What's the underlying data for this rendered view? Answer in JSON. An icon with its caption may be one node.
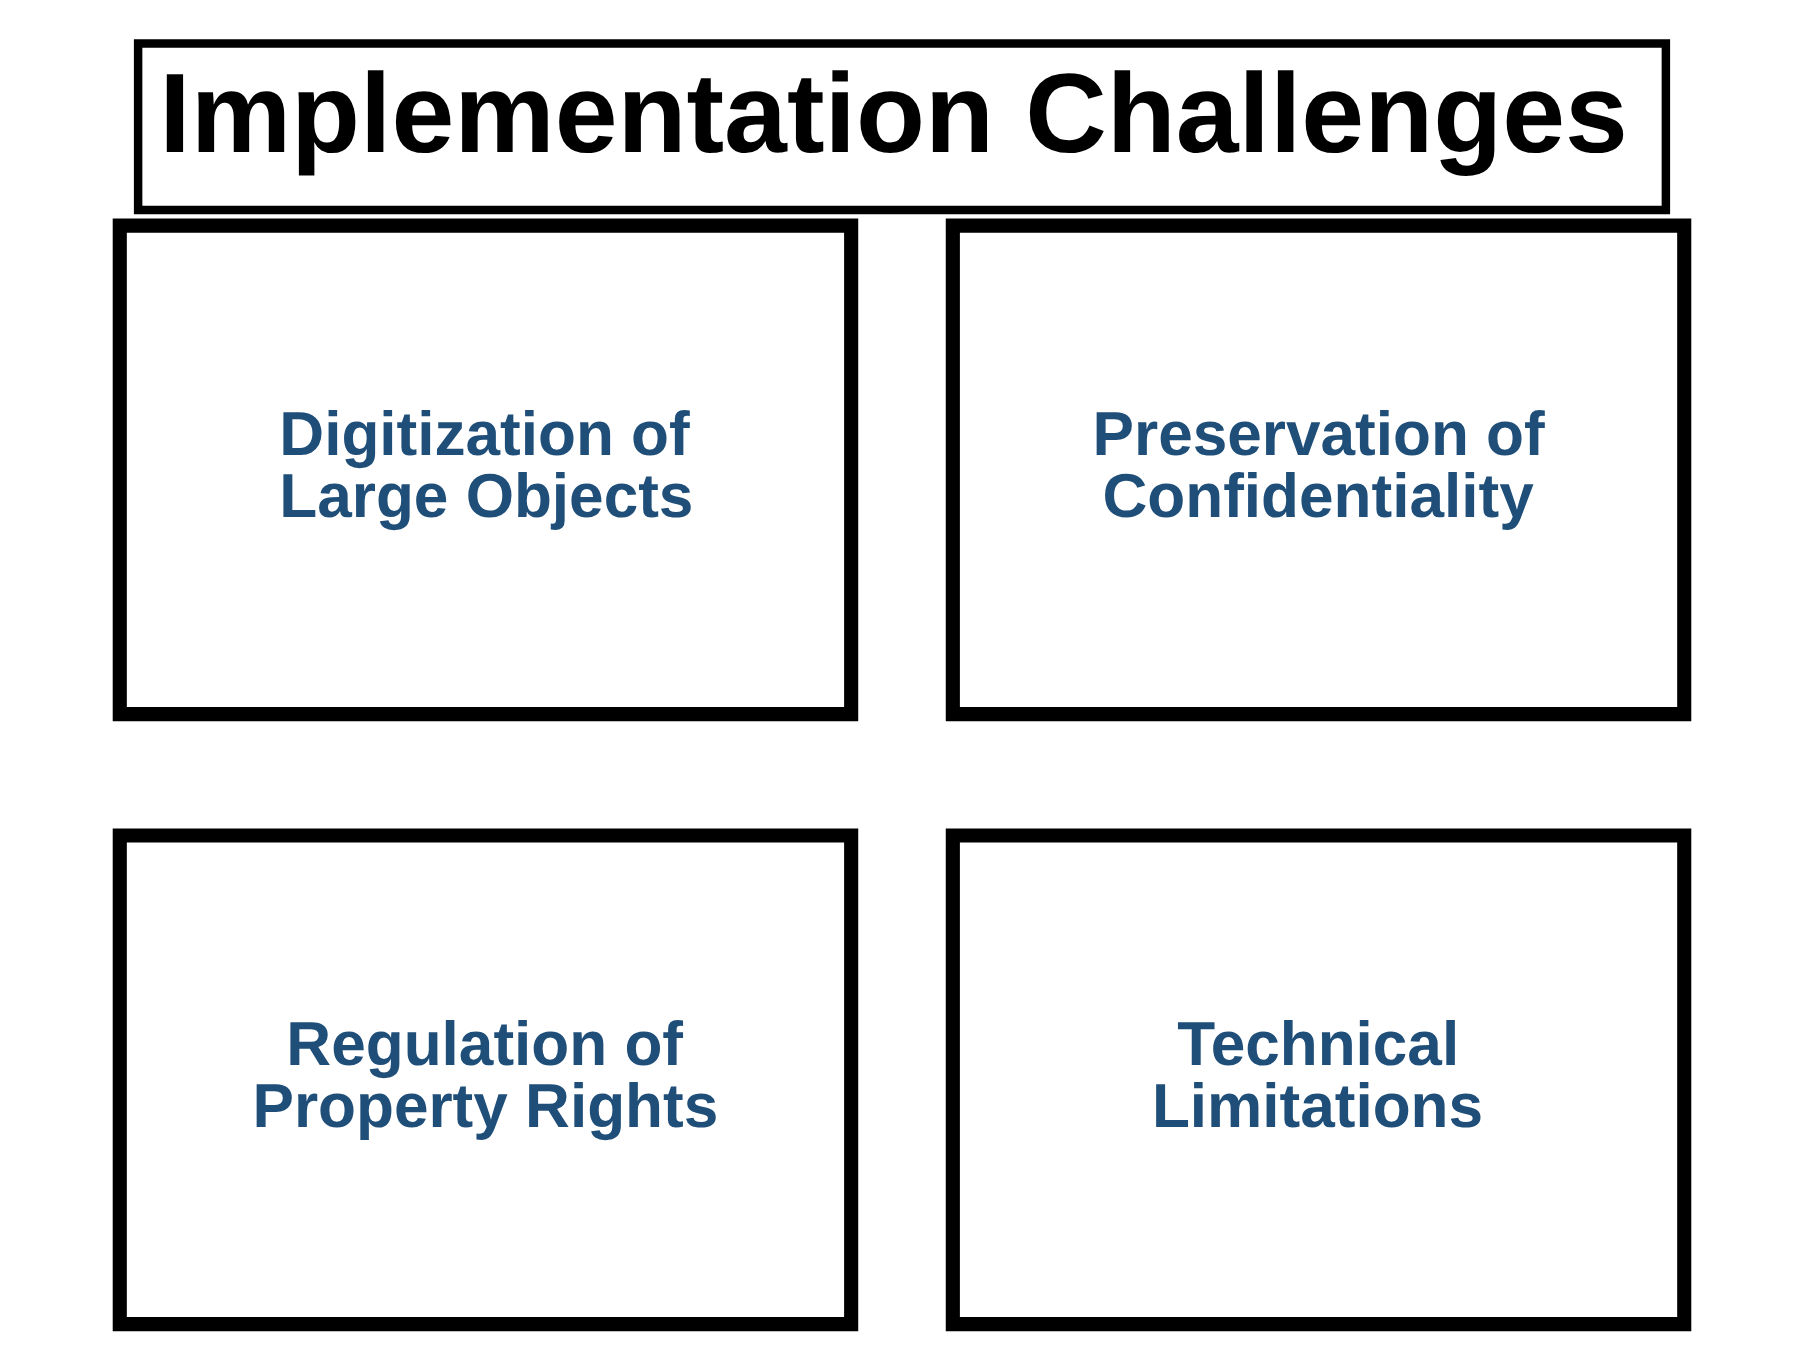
{
  "diagram": {
    "title": "Implementation Challenges",
    "nodes": [
      {
        "text": [
          "Digitization of Large Objects"
        ]
      },
      {
        "text": [
          "Preservation of Confidentiality"
        ]
      },
      {
        "text": [
          "Regulation of Property Rights"
        ]
      },
      {
        "text": [
          "Technical Limitations"
        ]
      }
    ]
  }
}
